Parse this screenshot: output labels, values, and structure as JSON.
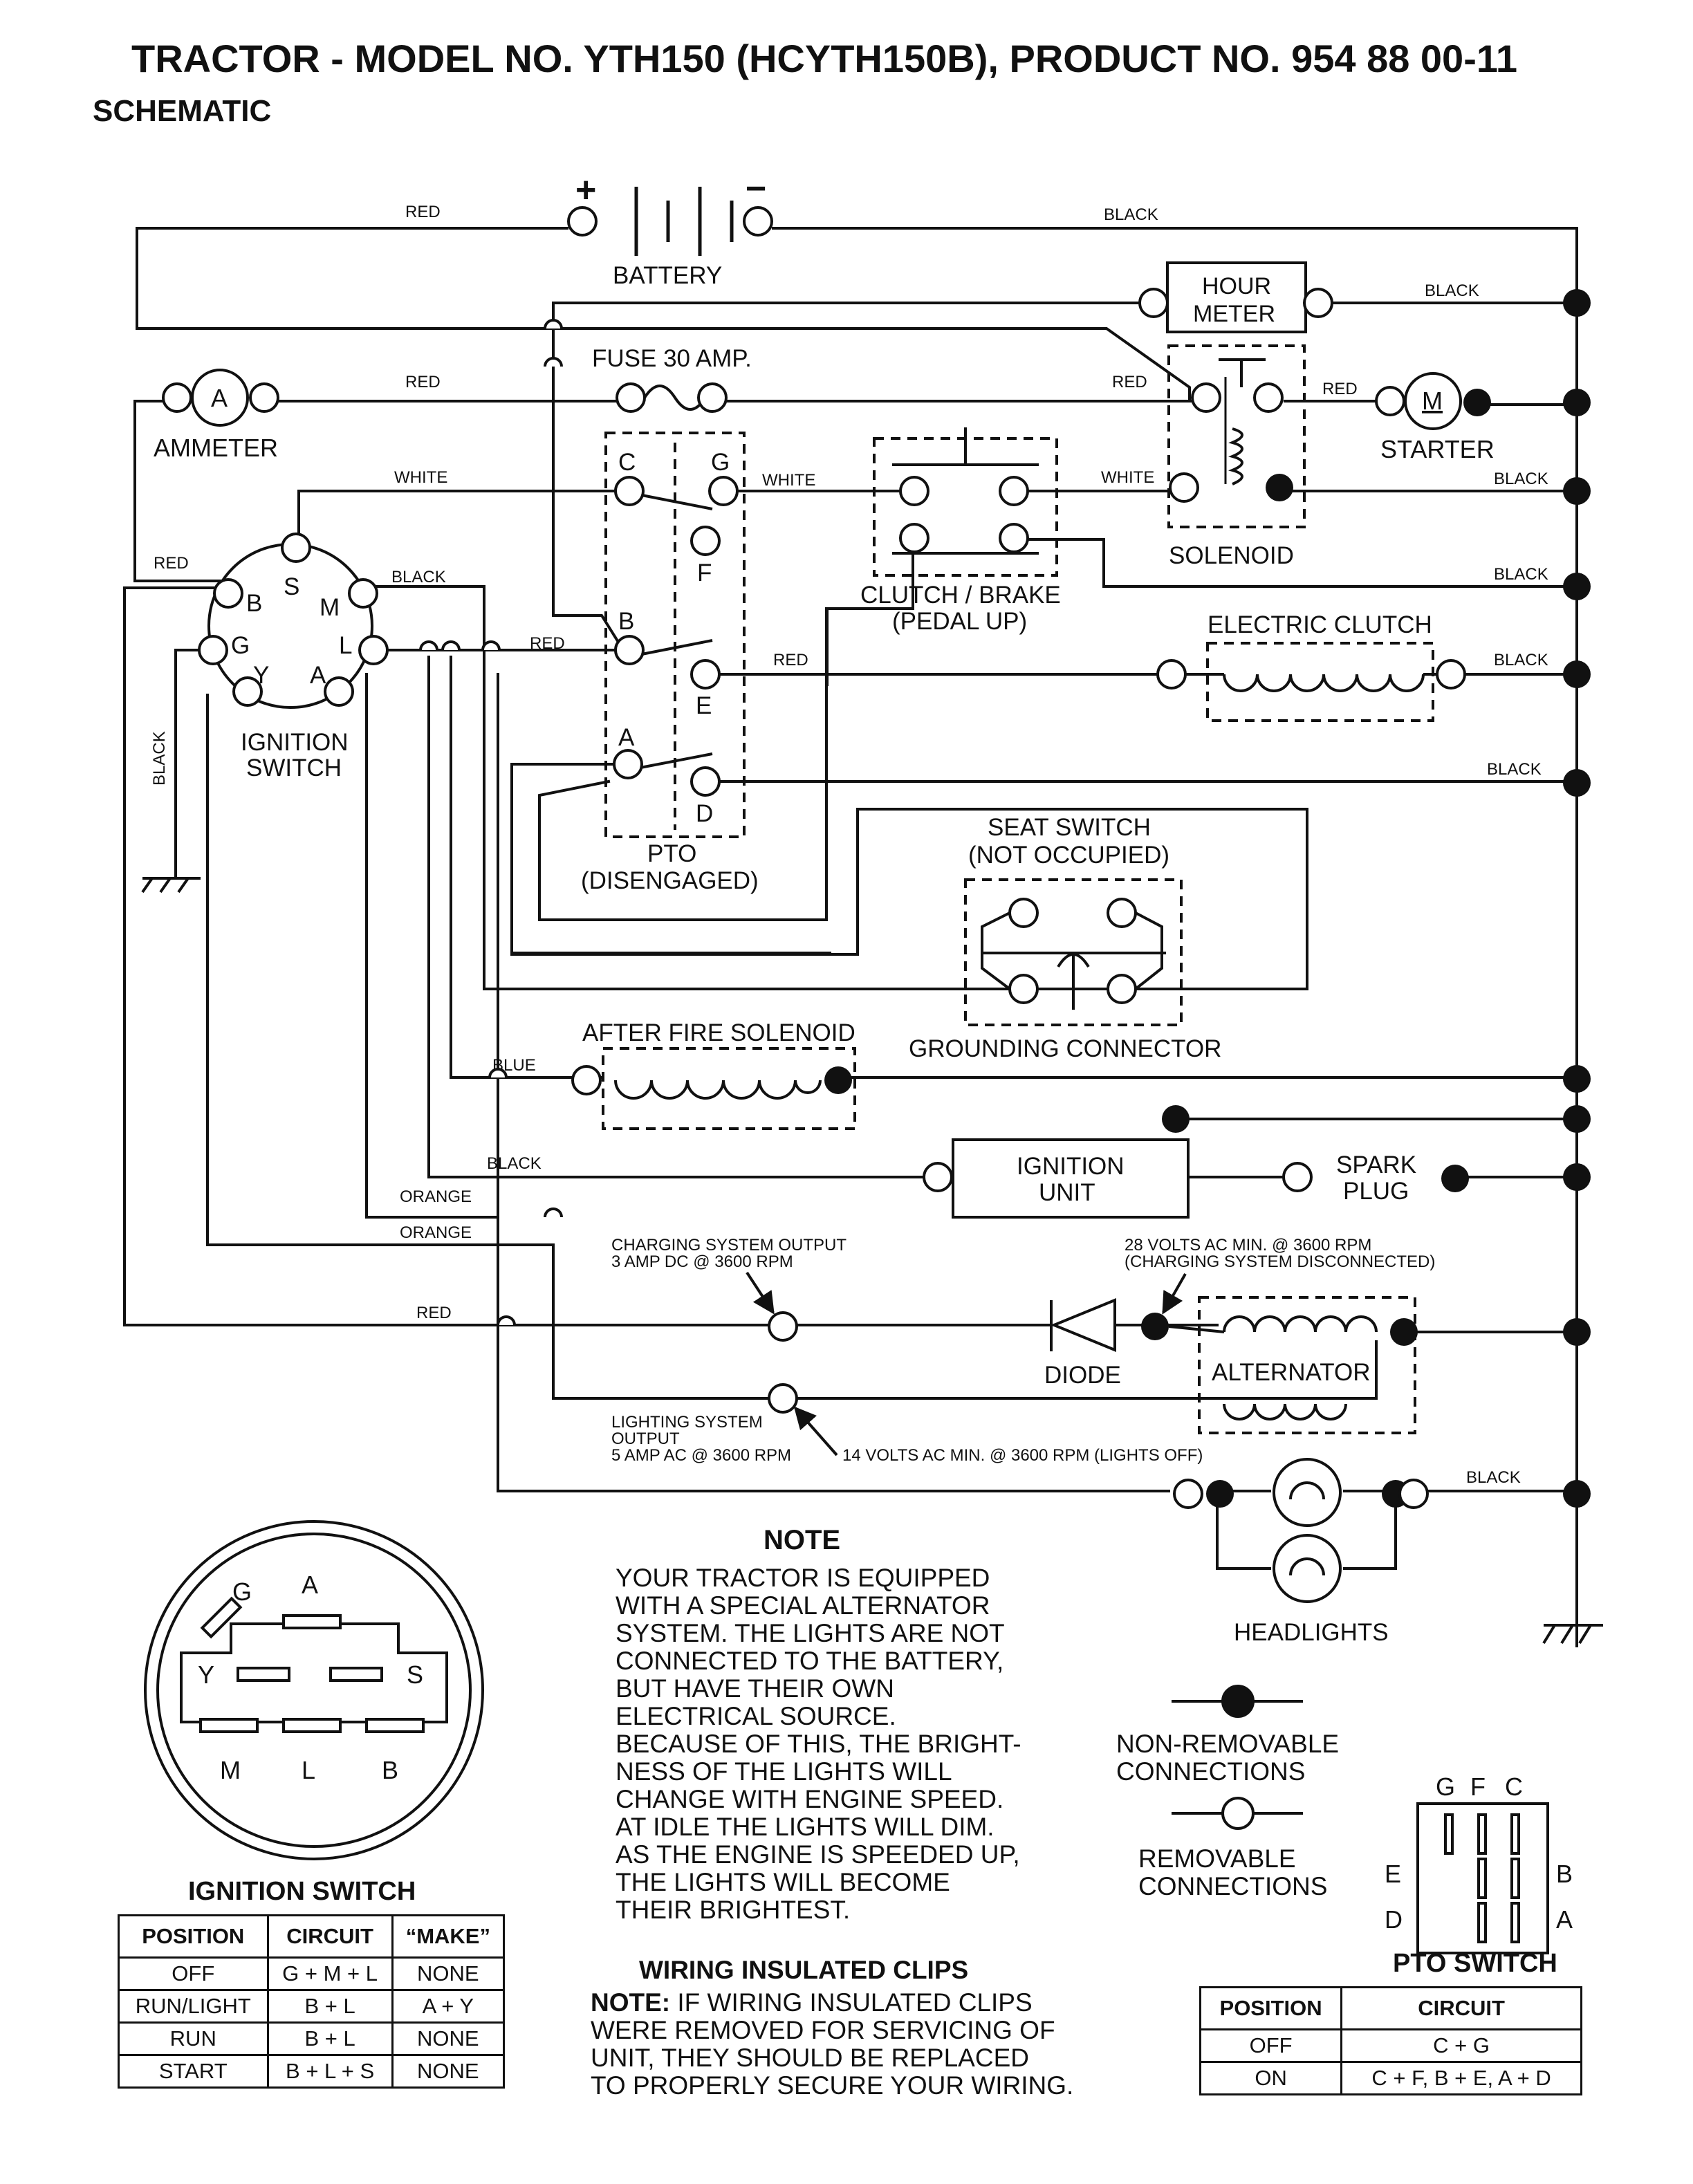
{
  "header": {
    "title": "TRACTOR - MODEL NO. YTH150 (HCYTH150B), PRODUCT NO.  954 88 00-11",
    "subtitle": "SCHEMATIC"
  },
  "components": {
    "battery": "BATTERY",
    "battery_plus": "+",
    "battery_minus": "−",
    "hour_meter_1": "HOUR",
    "hour_meter_2": "METER",
    "fuse": "FUSE 30 AMP.",
    "ammeter": "AMMETER",
    "ammeter_symbol": "A",
    "starter": "STARTER",
    "starter_symbol": "M",
    "solenoid": "SOLENOID",
    "clutch_brake_1": "CLUTCH / BRAKE",
    "clutch_brake_2": "(PEDAL UP)",
    "electric_clutch": "ELECTRIC CLUTCH",
    "ignition_switch_1": "IGNITION",
    "ignition_switch_2": "SWITCH",
    "pto_1": "PTO",
    "pto_2": "(DISENGAGED)",
    "seat_switch_1": "SEAT SWITCH",
    "seat_switch_2": "(NOT OCCUPIED)",
    "grounding_connector": "GROUNDING CONNECTOR",
    "after_fire_solenoid": "AFTER FIRE SOLENOID",
    "ignition_unit_1": "IGNITION",
    "ignition_unit_2": "UNIT",
    "spark_plug_1": "SPARK",
    "spark_plug_2": "PLUG",
    "diode": "DIODE",
    "alternator": "ALTERNATOR",
    "headlights": "HEADLIGHTS"
  },
  "terminals": {
    "pto_c": "C",
    "pto_g": "G",
    "pto_f": "F",
    "pto_b": "B",
    "pto_e": "E",
    "pto_a": "A",
    "pto_d": "D",
    "ign_s": "S",
    "ign_b": "B",
    "ign_m": "M",
    "ign_g": "G",
    "ign_l": "L",
    "ign_y": "Y",
    "ign_a": "A"
  },
  "wires": {
    "red": "RED",
    "black": "BLACK",
    "white": "WHITE",
    "blue": "BLUE",
    "orange": "ORANGE"
  },
  "annotations": {
    "charging_1": "CHARGING SYSTEM OUTPUT",
    "charging_2": "3 AMP DC @ 3600 RPM",
    "volts28_1": "28 VOLTS AC MIN. @ 3600 RPM",
    "volts28_2": "(CHARGING SYSTEM DISCONNECTED)",
    "lighting_1": "LIGHTING SYSTEM",
    "lighting_2": "OUTPUT",
    "lighting_3": "5 AMP AC @ 3600 RPM",
    "volts14": "14 VOLTS AC MIN. @ 3600 RPM (LIGHTS OFF)"
  },
  "note": {
    "heading": "NOTE",
    "body": "YOUR TRACTOR IS EQUIPPED\nWITH A SPECIAL ALTERNATOR\nSYSTEM.  THE LIGHTS ARE NOT\nCONNECTED TO  THE BATTERY,\nBUT HAVE THEIR OWN\nELECTRICAL SOURCE.\nBECAUSE OF THIS, THE BRIGHT-\nNESS OF THE LIGHTS WILL\nCHANGE WITH ENGINE SPEED.\nAT IDLE THE LIGHTS WILL DIM.\nAS THE ENGINE IS SPEEDED UP,\nTHE LIGHTS WILL BECOME\nTHEIR BRIGHTEST."
  },
  "clips": {
    "heading": "WIRING INSULATED CLIPS",
    "note_label": "NOTE:",
    "note_text": " IF WIRING INSULATED CLIPS\nWERE REMOVED FOR SERVICING OF\nUNIT, THEY SHOULD BE REPLACED\nTO PROPERLY SECURE YOUR WIRING."
  },
  "legend": {
    "non_removable_1": "NON-REMOVABLE",
    "non_removable_2": "CONNECTIONS",
    "removable_1": "REMOVABLE",
    "removable_2": "CONNECTIONS"
  },
  "ign_switch_face": {
    "g": "G",
    "a": "A",
    "y": "Y",
    "s": "S",
    "m": "M",
    "l": "L",
    "b": "B"
  },
  "pto_switch_face": {
    "g": "G",
    "f": "F",
    "c": "C",
    "e": "E",
    "b": "B",
    "d": "D",
    "a": "A"
  },
  "ignition_table": {
    "title": "IGNITION SWITCH",
    "headers": [
      "POSITION",
      "CIRCUIT",
      "“MAKE”"
    ],
    "rows": [
      [
        "OFF",
        "G + M + L",
        "NONE"
      ],
      [
        "RUN/LIGHT",
        "B + L",
        "A + Y"
      ],
      [
        "RUN",
        "B + L",
        "NONE"
      ],
      [
        "START",
        "B + L + S",
        "NONE"
      ]
    ]
  },
  "pto_table": {
    "title": "PTO SWITCH",
    "headers": [
      "POSITION",
      "CIRCUIT"
    ],
    "rows": [
      [
        "OFF",
        "C + G"
      ],
      [
        "ON",
        "C + F, B + E, A + D"
      ]
    ]
  }
}
